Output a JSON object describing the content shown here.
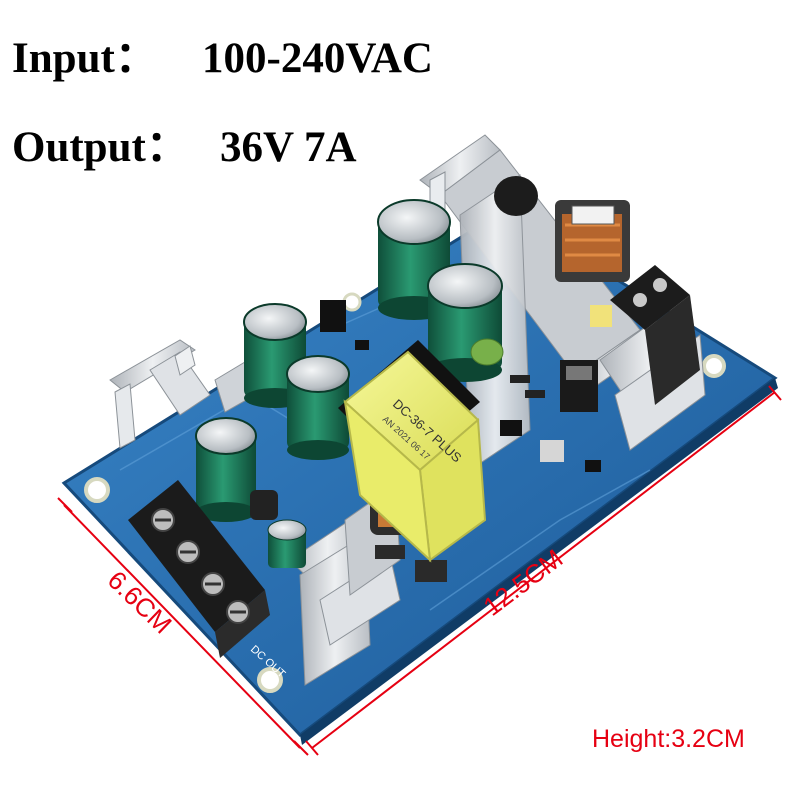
{
  "specs": {
    "input_label": "Input：",
    "input_value": "100-240VAC",
    "output_label": "Output：",
    "output_value": "36V 7A"
  },
  "dimensions": {
    "width": "6.6CM",
    "length": "12.5CM",
    "height": "Height:3.2CM"
  },
  "board_markings": {
    "transformer_line1": "DC-36-7 PLUS",
    "transformer_line2": "AN 2021 06 17",
    "terminal_label": "DC OUT"
  },
  "colors": {
    "dimension_red": "#e60012",
    "pcb_blue": "#2a6fb0",
    "heatsink_silver": "#cfd3d8",
    "capacitor_green": "#1f7a5c",
    "transformer_yellow": "#eef07a"
  }
}
